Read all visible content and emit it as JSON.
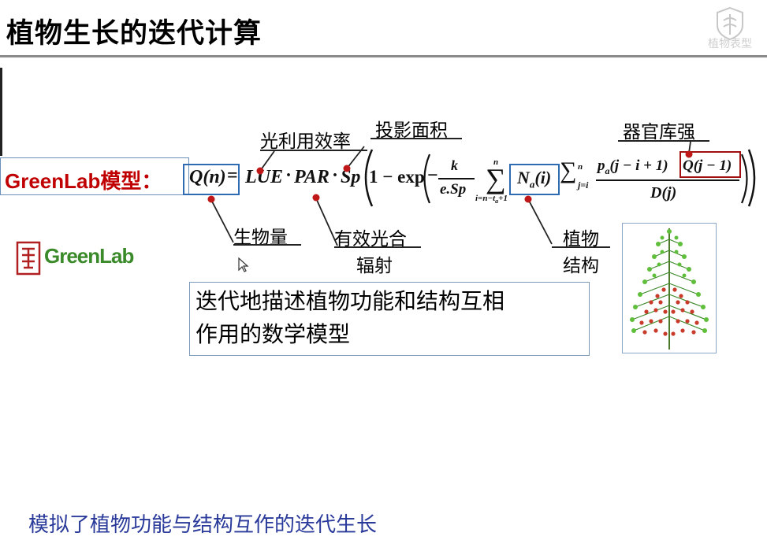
{
  "slide": {
    "title": "植物生长的迭代计算",
    "watermark_text": "植物表型"
  },
  "model": {
    "label": "GreenLab模型："
  },
  "formula": {
    "lhs": "Q(n)",
    "equals": "=",
    "lue": "LUE",
    "dot1": "·",
    "par": "PAR",
    "dot2": "·",
    "sp": "Sp",
    "one_minus_exp": "1 − exp",
    "minus": "−",
    "frac_num": "k",
    "frac_den": "e.Sp",
    "sum1_top": "n",
    "sum1_bottom": "i=n−t",
    "sum1_bottom_sub": "a",
    "sum1_bottom_tail": "+1",
    "na_term": "N",
    "na_sub": "a",
    "na_arg": "(i)",
    "sum2_top": "n",
    "sum2_bottom": "j=i",
    "num_p": "p",
    "num_p_sub": "a",
    "num_p_arg": "(j − i + 1)",
    "num_q": "Q(j − 1)",
    "den": "D(j)"
  },
  "annotations": {
    "light_use_efficiency": "光利用效率",
    "projected_area": "投影面积",
    "sink_strength": "器官库强",
    "biomass": "生物量",
    "par_line1": "有效光合",
    "par_line2": "辐射",
    "structure_line1": "植物",
    "structure_line2": "结构"
  },
  "logo": {
    "text": "GreenLab"
  },
  "description": {
    "line1": "迭代地描述植物功能和结构互相",
    "line2": "作用的数学模型"
  },
  "footer": {
    "text": "模拟了植物功能与结构互作的迭代生长"
  },
  "colors": {
    "model_label": "#c00000",
    "highlight_blue": "#2e6bb0",
    "highlight_red": "#a01010",
    "footer_text": "#2a3a9a",
    "annotation_dot": "#c01818"
  }
}
